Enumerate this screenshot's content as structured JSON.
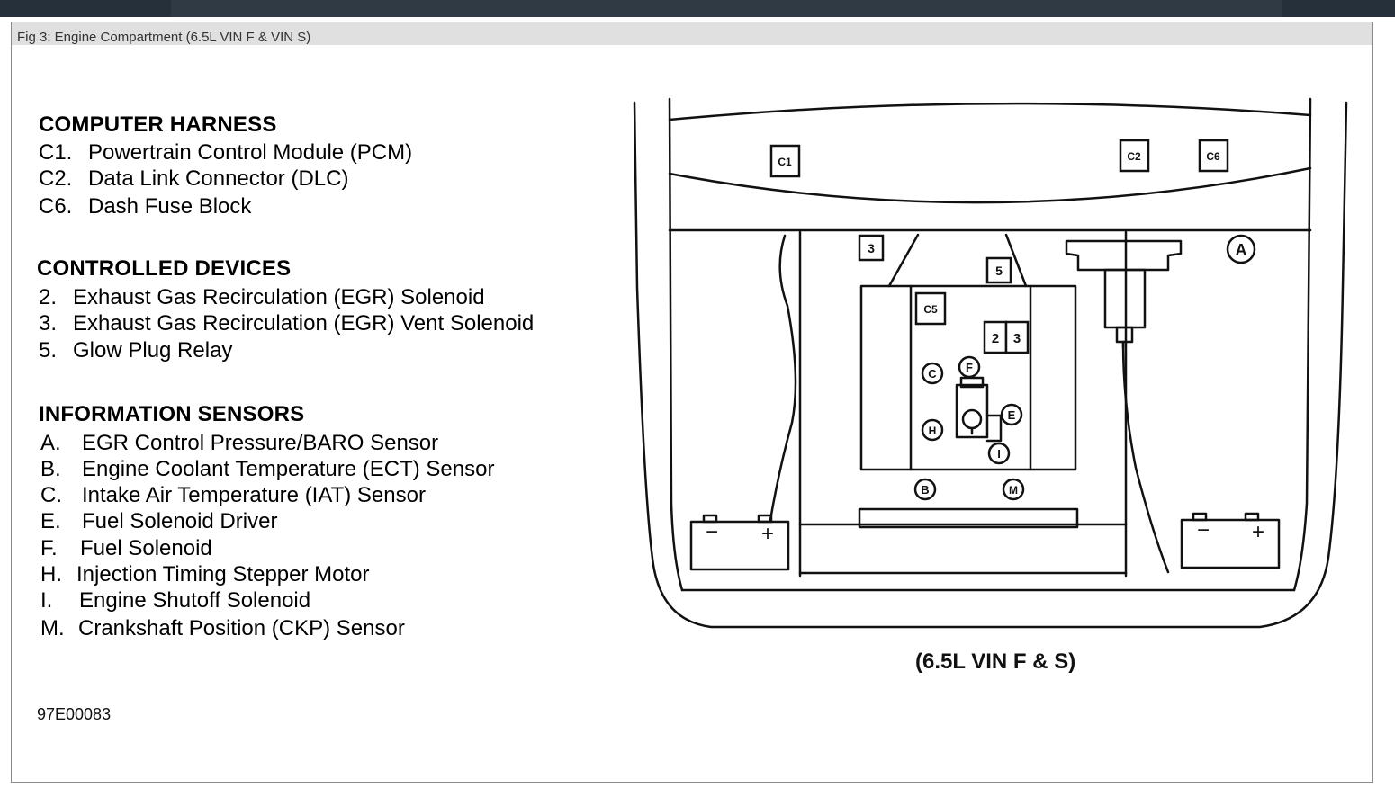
{
  "window": {
    "title": "Fig 3: Engine Compartment (6.5L VIN F & VIN S)"
  },
  "legend": {
    "sections": [
      {
        "title": "COMPUTER HARNESS",
        "items": [
          {
            "code": "C1.",
            "label": "Powertrain Control Module (PCM)"
          },
          {
            "code": "C2.",
            "label": "Data Link Connector (DLC)"
          },
          {
            "code": "C6.",
            "label": "Dash Fuse Block"
          }
        ]
      },
      {
        "title": "CONTROLLED DEVICES",
        "items": [
          {
            "code": "2.",
            "label": "Exhaust Gas Recirculation (EGR) Solenoid"
          },
          {
            "code": "3.",
            "label": "Exhaust Gas Recirculation (EGR) Vent Solenoid"
          },
          {
            "code": "5.",
            "label": "Glow Plug Relay"
          }
        ]
      },
      {
        "title": "INFORMATION SENSORS",
        "items": [
          {
            "code": "A.",
            "label": "EGR Control Pressure/BARO Sensor"
          },
          {
            "code": "B.",
            "label": "Engine Coolant Temperature (ECT) Sensor"
          },
          {
            "code": "C.",
            "label": "Intake Air Temperature (IAT) Sensor"
          },
          {
            "code": "E.",
            "label": "Fuel Solenoid Driver"
          },
          {
            "code": "F.",
            "label": "Fuel Solenoid"
          },
          {
            "code": "H.",
            "label": "Injection Timing Stepper Motor"
          },
          {
            "code": "I.",
            "label": "Engine Shutoff Solenoid"
          },
          {
            "code": "M.",
            "label": "Crankshaft Position (CKP) Sensor"
          }
        ]
      }
    ]
  },
  "diagram": {
    "caption": "(6.5L VIN F & S)",
    "figure_id": "97E00083",
    "box_labels": {
      "c1": "C1",
      "c2": "C2",
      "c6": "C6",
      "c5": "C5",
      "r3": "3",
      "r5": "5",
      "r2": "2",
      "r3b": "3"
    },
    "circle_labels": {
      "a": "A",
      "b": "B",
      "c": "C",
      "e": "E",
      "f": "F",
      "h": "H",
      "i": "I",
      "m": "M"
    },
    "battery_left": {
      "neg": "−",
      "pos": "+"
    },
    "battery_right": {
      "neg": "−",
      "pos": "+"
    }
  }
}
